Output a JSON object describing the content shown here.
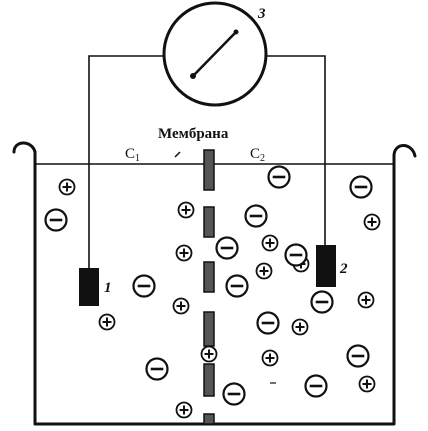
{
  "labels": {
    "membrane": "Мембрана",
    "c1_letter": "C",
    "c1_sub": "1",
    "c2_letter": "C",
    "c2_sub": "2",
    "electrode1": "1",
    "electrode2": "2",
    "meter": "3"
  },
  "colors": {
    "ink": "#111111",
    "background": "#ffffff",
    "membrane_fill": "#555555"
  },
  "icons": {
    "positive_ion": "plus-circle",
    "negative_ion": "minus-circle",
    "meter": "galvanometer-dial"
  }
}
